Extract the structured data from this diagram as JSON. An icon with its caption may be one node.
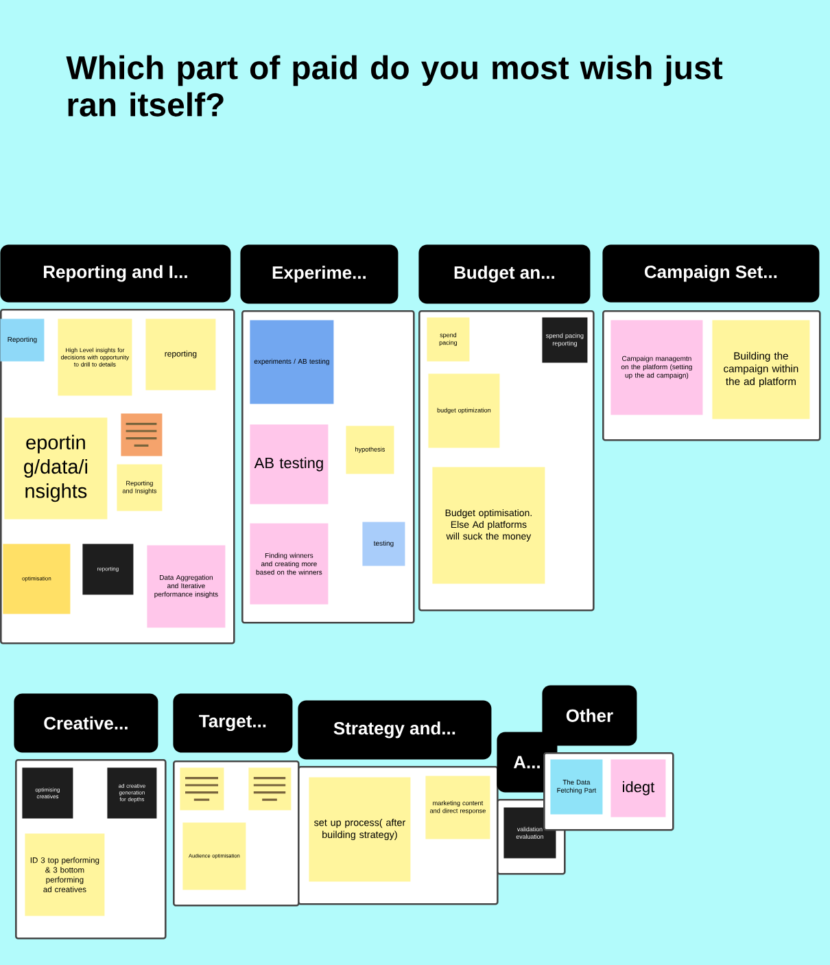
{
  "diagram": {
    "title": "Which part of paid do you most wish just ran itself?",
    "nodes": [
      {
        "text": [
          "Reporting and I..."
        ]
      },
      {
        "text": [
          "Reporting"
        ],
        "in": 0
      },
      {
        "text": [
          "High Level insights for decisions with opportunity to drill to details"
        ],
        "in": 0
      },
      {
        "text": [
          "reporting"
        ],
        "in": 0
      },
      {
        "text": [
          "eportin g/data/i nsights"
        ],
        "in": 0
      },
      {
        "text": [],
        "shape": "box",
        "in": 0
      },
      {
        "text": [
          "Reporting and Insights"
        ],
        "in": 0
      },
      {
        "text": [
          "optimisation"
        ],
        "in": 0
      },
      {
        "text": [
          "reporting"
        ],
        "in": 0
      },
      {
        "text": [
          "Data Aggregation and Iterative performance insights"
        ],
        "in": 0
      },
      {
        "text": [
          "Experime..."
        ]
      },
      {
        "text": [
          "experiments / AB testing"
        ],
        "in": 10
      },
      {
        "text": [
          "AB testing"
        ],
        "in": 10
      },
      {
        "text": [
          "hypothesis"
        ],
        "in": 10
      },
      {
        "text": [
          "Finding winners and creating more based on the winners"
        ],
        "in": 10
      },
      {
        "text": [
          "testing"
        ],
        "in": 10
      },
      {
        "text": [
          "Budget an..."
        ]
      },
      {
        "text": [
          "spend pacing"
        ],
        "in": 16
      },
      {
        "text": [
          "spend pacing reporting"
        ],
        "in": 16
      },
      {
        "text": [
          "budget optimization"
        ],
        "in": 16
      },
      {
        "text": [
          "Budget optimisation. Else Ad platforms will suck the money"
        ],
        "in": 16
      },
      {
        "text": [
          "Campaign Set..."
        ]
      },
      {
        "text": [
          "Campaign managemtn on the platform (setting up the ad campaign)"
        ],
        "in": 21
      },
      {
        "text": [
          "Building the campaign within the ad platform"
        ],
        "in": 21
      },
      {
        "text": [
          "Creative..."
        ]
      },
      {
        "text": [
          "optimising creatives"
        ],
        "in": 24
      },
      {
        "text": [
          "ad creative generation for depths"
        ],
        "in": 24
      },
      {
        "text": [
          "ID 3 top performing & 3 bottom performing ad creatives"
        ],
        "in": 24
      },
      {
        "text": [
          "Target..."
        ]
      },
      {
        "text": [],
        "shape": "box",
        "in": 28
      },
      {
        "text": [],
        "shape": "box",
        "in": 28
      },
      {
        "text": [
          "Audience optimisation"
        ],
        "in": 28
      },
      {
        "text": [
          "Strategy and..."
        ]
      },
      {
        "text": [
          "set up process( after building strategy)"
        ],
        "in": 32
      },
      {
        "text": [
          "marketing content and direct response"
        ],
        "in": 32
      },
      {
        "text": [
          "A..."
        ]
      },
      {
        "text": [
          "validation evaluation"
        ],
        "in": 35
      },
      {
        "text": [
          "Other"
        ]
      },
      {
        "text": [
          "The Data Fetching Part"
        ],
        "in": 37
      },
      {
        "text": [
          "idegt"
        ],
        "in": 37
      }
    ]
  }
}
